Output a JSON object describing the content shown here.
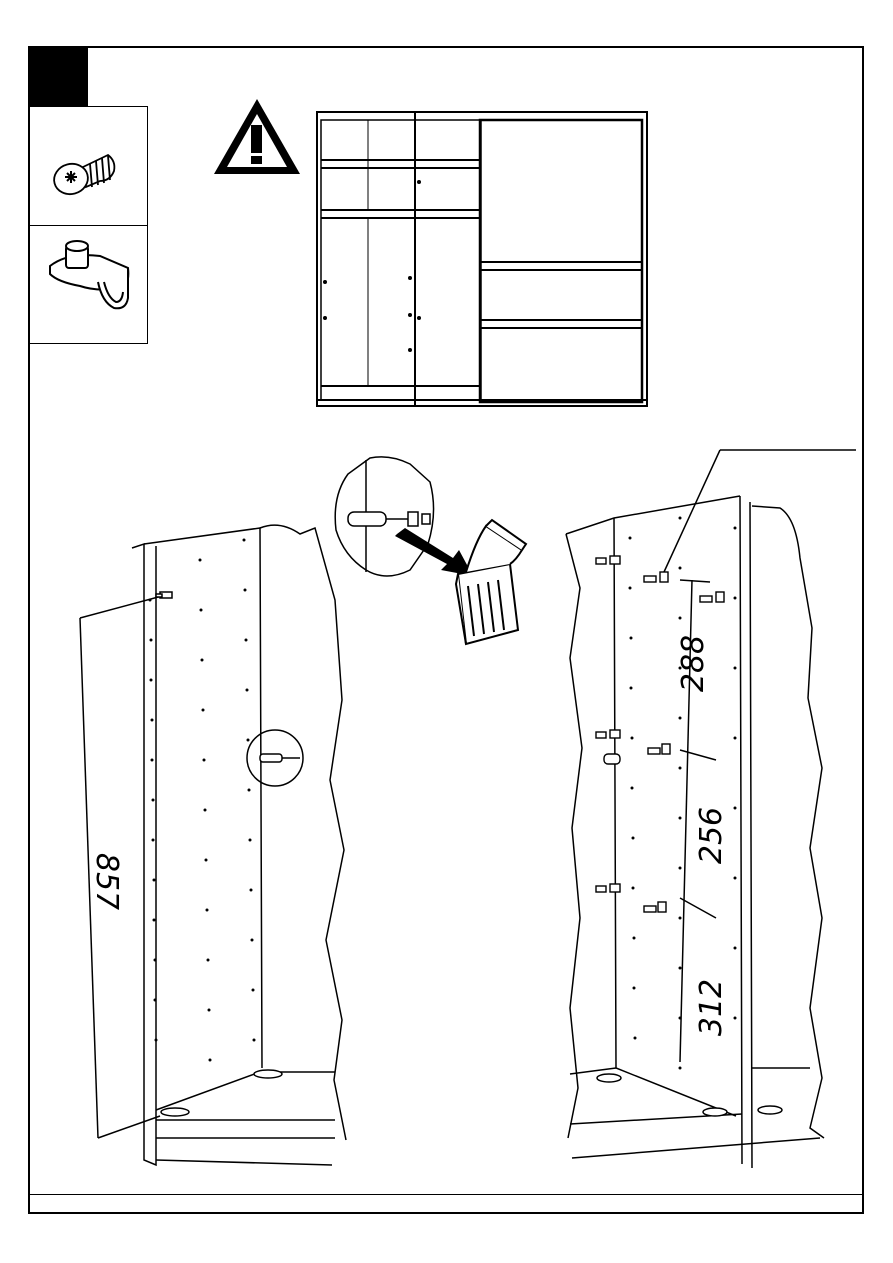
{
  "step": {
    "number": ""
  },
  "parts": [
    {
      "name": "screw",
      "icon": "screw-icon"
    },
    {
      "name": "shelf-support-pin",
      "icon": "shelf-support-icon"
    }
  ],
  "warning": {
    "icon": "warning-triangle-icon"
  },
  "dimensions": {
    "left_panel_height": "857",
    "right_gap_top": "288",
    "right_gap_middle": "256",
    "right_gap_bottom": "312"
  },
  "icons": [
    "trash-bin-icon",
    "arrow-icon",
    "magnifier-detail-icon"
  ],
  "colors": {
    "line": "#000000",
    "background": "#ffffff"
  }
}
